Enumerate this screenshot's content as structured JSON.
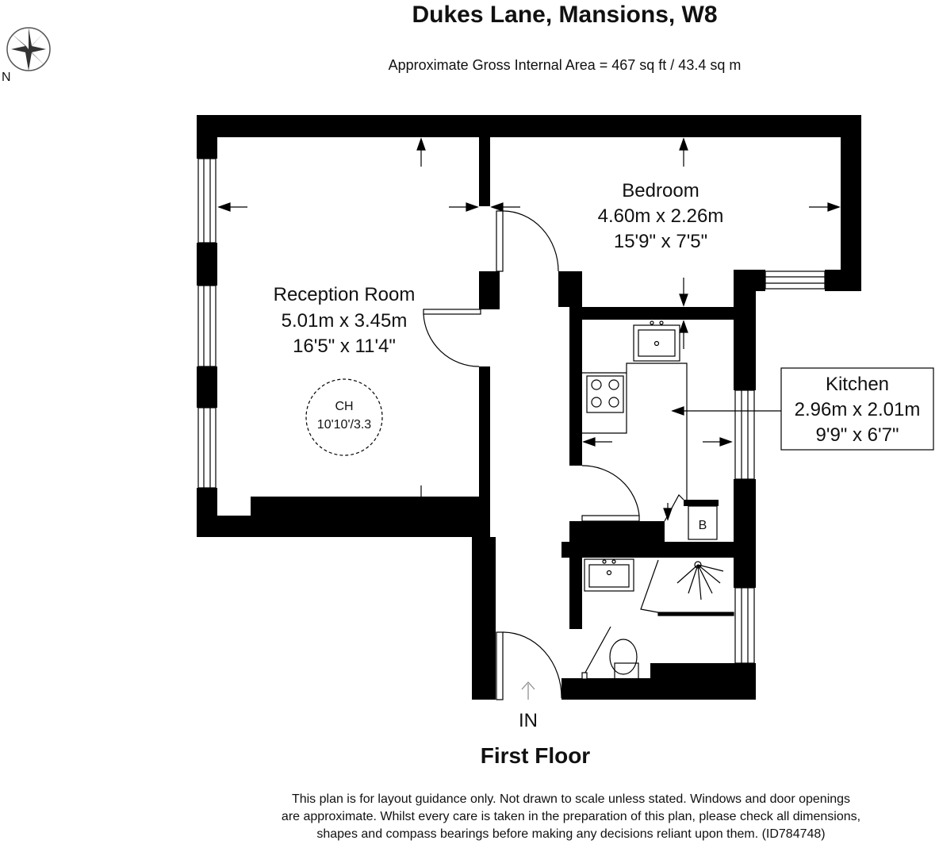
{
  "header": {
    "title": "Dukes Lane, Mansions, W8",
    "area": "Approximate Gross Internal Area = 467 sq ft / 43.4 sq m"
  },
  "compass": {
    "label": "N"
  },
  "rooms": {
    "reception": {
      "name": "Reception Room",
      "metric": "5.01m x 3.45m",
      "imperial": "16'5\" x 11'4\""
    },
    "bedroom": {
      "name": "Bedroom",
      "metric": "4.60m x 2.26m",
      "imperial": "15'9\" x 7'5\""
    },
    "kitchen": {
      "name": "Kitchen",
      "metric": "2.96m x 2.01m",
      "imperial": "9'9\" x 6'7\""
    }
  },
  "ceiling": {
    "label": "CH",
    "height": "10'10'/3.3"
  },
  "boiler": {
    "label": "B"
  },
  "entrance": {
    "label": "IN"
  },
  "floor": {
    "name": "First Floor"
  },
  "disclaimer": {
    "line1": "This plan is for layout guidance only. Not drawn to scale unless stated. Windows and door openings",
    "line2": "are approximate. Whilst every care is taken in the preparation of this plan, please check all dimensions,",
    "line3": "shapes and compass bearings before making any decisions reliant upon them. (ID784748)"
  }
}
